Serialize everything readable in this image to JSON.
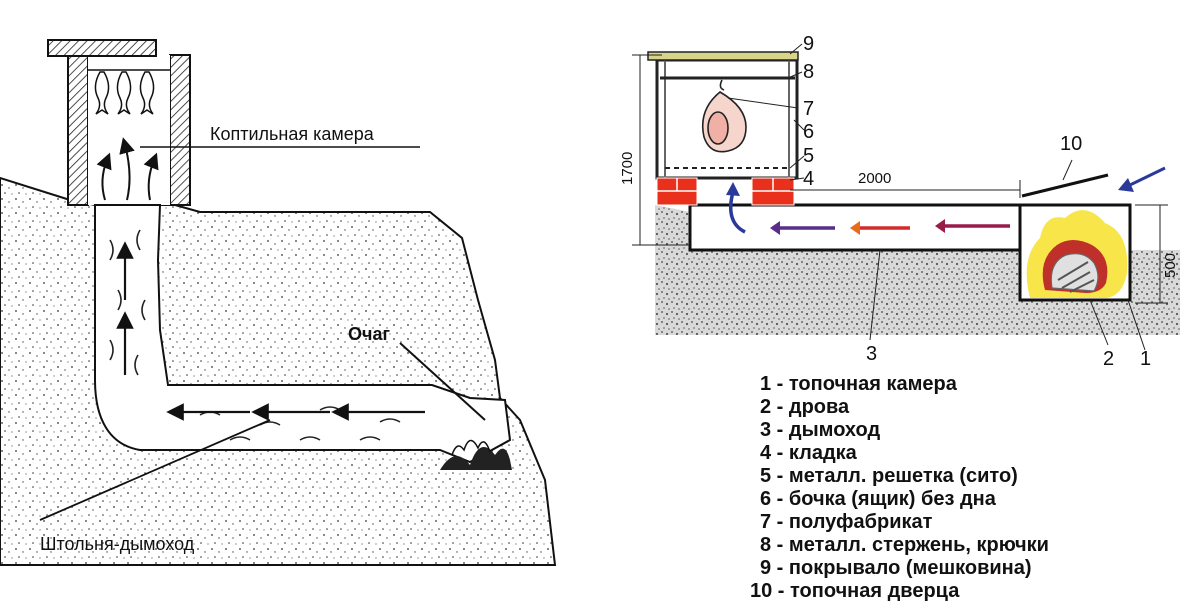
{
  "left_diagram": {
    "smoke_chamber_label": "Коптильная камера",
    "hearth_label": "Очаг",
    "tunnel_label": "Штольня-дымоход"
  },
  "right_diagram": {
    "dim_height": "1700",
    "dim_length": "2000",
    "dim_depth": "500",
    "callouts": [
      "1",
      "2",
      "3",
      "4",
      "5",
      "6",
      "7",
      "8",
      "9",
      "10"
    ],
    "legend": [
      "1 - топочная камера",
      "2 - дрова",
      "3 - дымоход",
      "4 - кладка",
      "5 - металл. решетка (сито)",
      "6 - бочка (ящик) без дна",
      "7 - полуфабрикат",
      "8 - металл. стержень, крючки",
      "9 - покрывало (мешковина)",
      "10 - топочная дверца"
    ]
  },
  "colors": {
    "brick": "#e8301c",
    "flame": "#f7e54a",
    "ember": "#c0302a",
    "flow_arrow_1": "#5a2d8a",
    "flow_arrow_2": "#e86a1a",
    "flow_arrow_3": "#d42a2a",
    "flow_arrow_4": "#9a1a4a",
    "inlet_arrow": "#2a3a9a",
    "cover": "#d8d48a"
  }
}
